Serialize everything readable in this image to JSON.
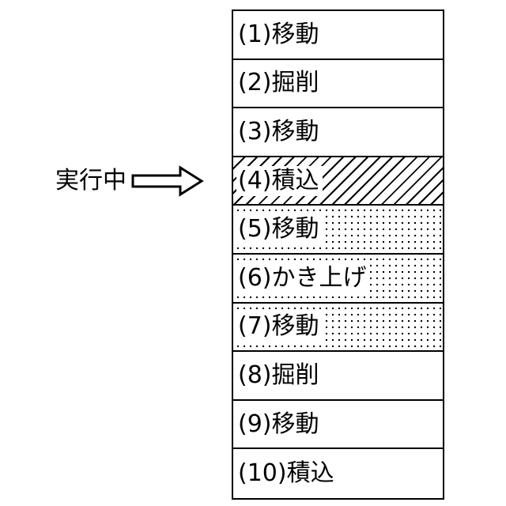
{
  "indicator": {
    "label": "実行中",
    "arrow_icon": "hollow-right-arrow-icon"
  },
  "tasks": [
    {
      "label": "(1)移動",
      "state": "normal"
    },
    {
      "label": "(2)掘削",
      "state": "normal"
    },
    {
      "label": "(3)移動",
      "state": "normal"
    },
    {
      "label": "(4)積込",
      "state": "hatched"
    },
    {
      "label": "(5)移動",
      "state": "dotted"
    },
    {
      "label": "(6)かき上げ",
      "state": "dotted"
    },
    {
      "label": "(7)移動",
      "state": "dotted"
    },
    {
      "label": "(8)掘削",
      "state": "normal"
    },
    {
      "label": "(9)移動",
      "state": "normal"
    },
    {
      "label": "(10)積込",
      "state": "normal"
    }
  ],
  "colors": {
    "ink": "#000000",
    "background": "#ffffff"
  }
}
